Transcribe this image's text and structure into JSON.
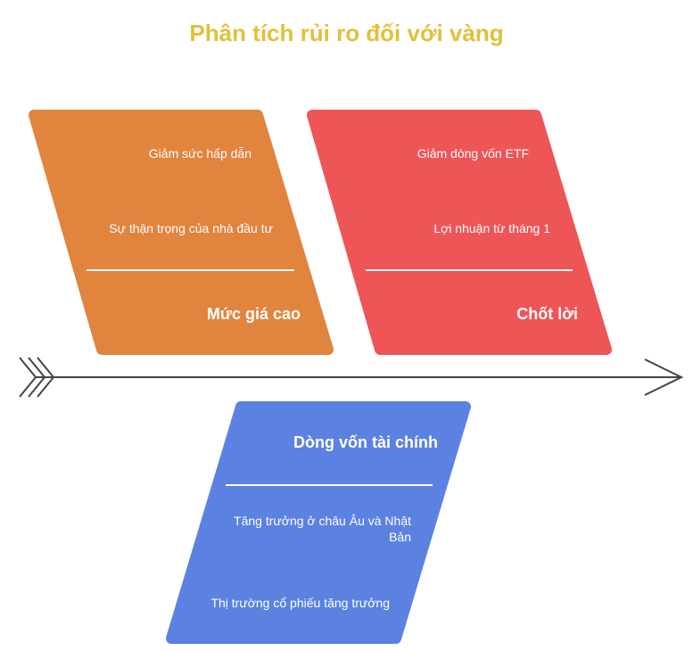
{
  "title": "Phân tích rủi ro đối với vàng",
  "colors": {
    "title": "#E2C03B",
    "orange": "#E0843E",
    "red": "#EE5557",
    "blue": "#5B82E0",
    "spine": "#444444"
  },
  "categories": [
    {
      "heading": "Mức giá cao",
      "items": [
        "Giảm sức hấp dẫn",
        "Sự thận trọng của nhà đầu tư"
      ]
    },
    {
      "heading": "Chốt lời",
      "items": [
        "Giảm dòng vốn ETF",
        "Lợi nhuận từ tháng 1"
      ]
    },
    {
      "heading": "Dòng vốn tài chính",
      "items": [
        "Tăng trưởng ở châu Âu và Nhật Bản",
        "Thị trường cổ phiếu tăng trưởng"
      ]
    }
  ]
}
